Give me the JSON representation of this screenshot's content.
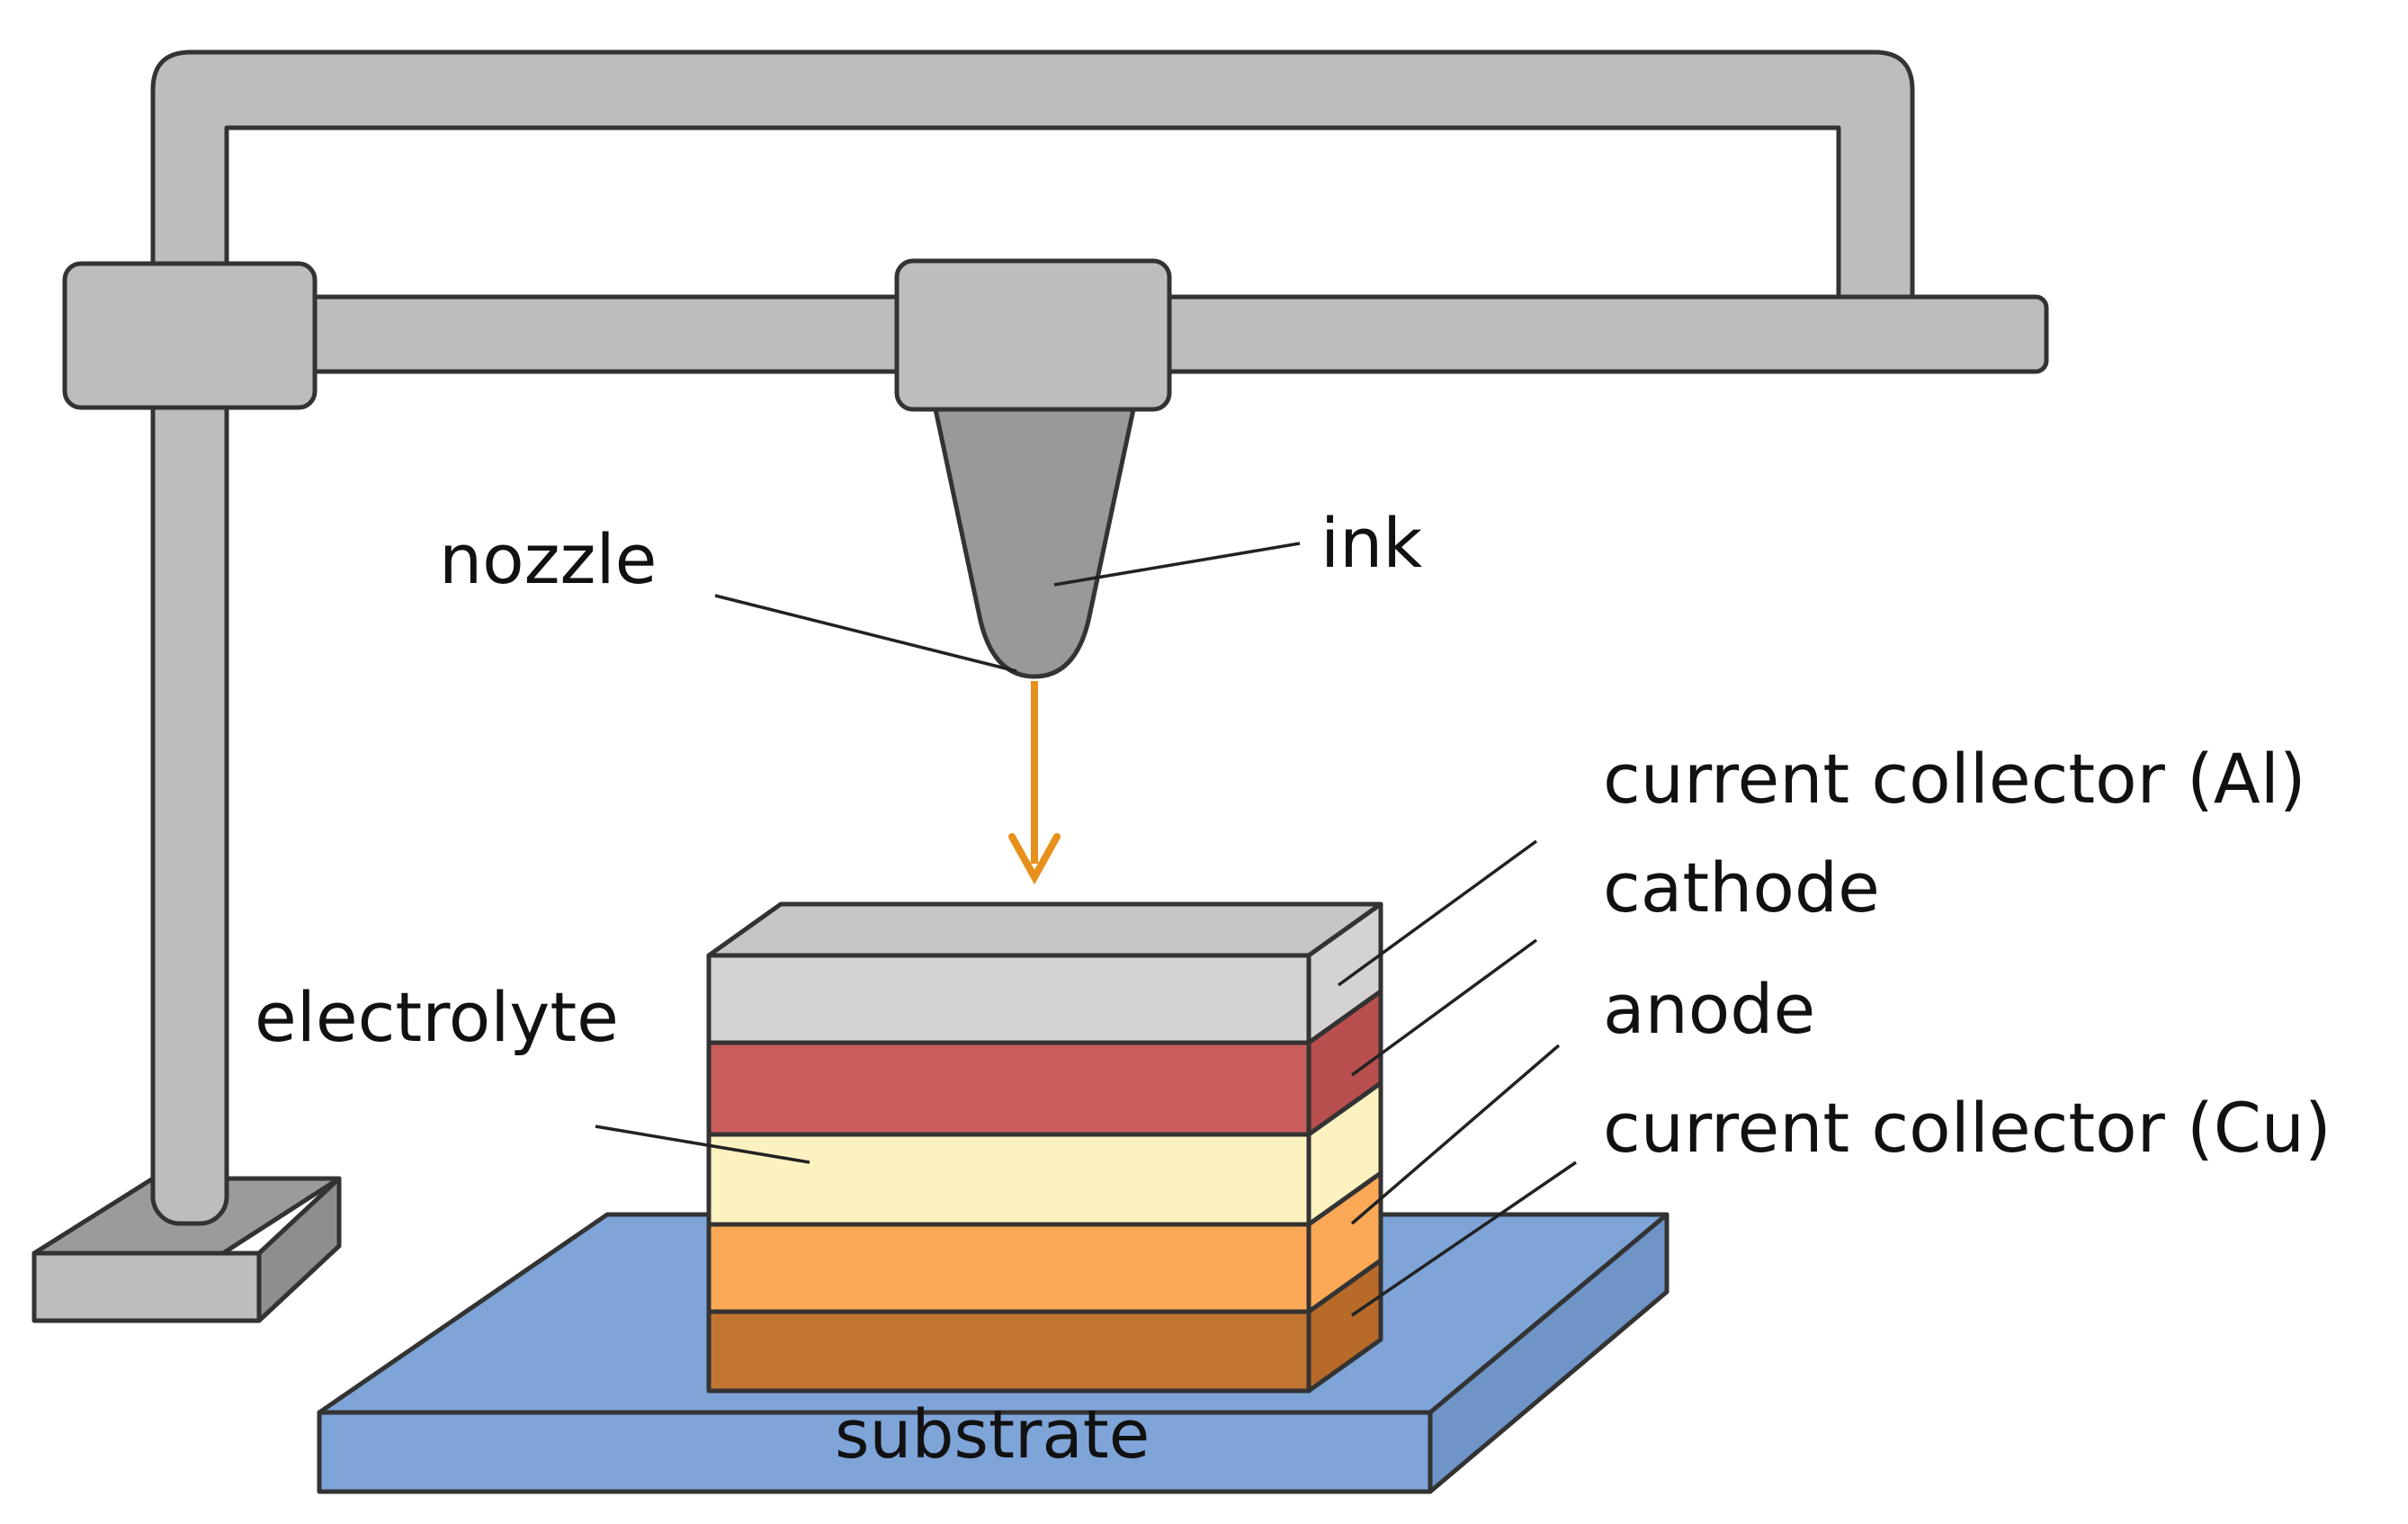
{
  "labels": {
    "nozzle": "nozzle",
    "ink": "ink",
    "electrolyte": "electrolyte",
    "current_collector_al": "current collector (Al)",
    "cathode": "cathode",
    "anode": "anode",
    "current_collector_cu": "current collector (Cu)",
    "substrate": "substrate"
  },
  "colors": {
    "frame": "#bdbdbd",
    "frame_dark": "#a6a6a6",
    "outline": "#333333",
    "nozzle": "#999999",
    "ink_arrow": "#e8901c",
    "layer_al": "#d4d2d2",
    "layer_cathode": "#c95c5c",
    "layer_electrolyte": "#fcf2c0",
    "layer_anode": "#fba957",
    "layer_cu": "#c27530",
    "substrate": "#7ea4d8"
  }
}
